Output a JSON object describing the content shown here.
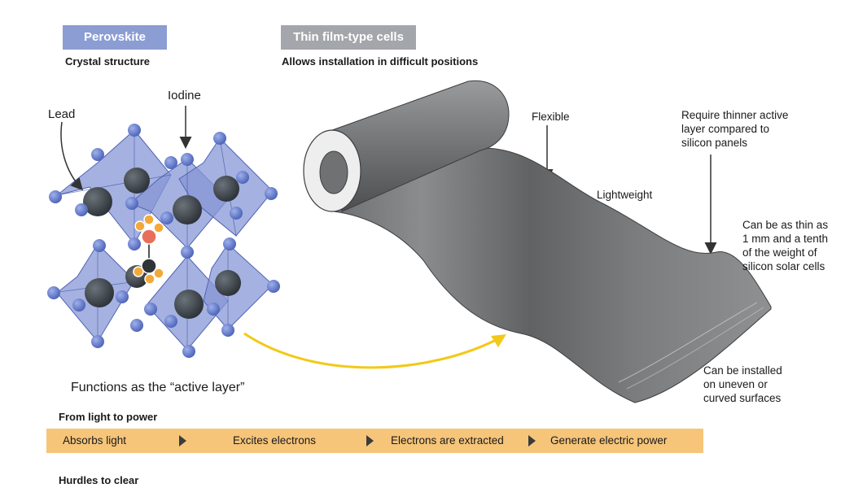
{
  "perovskite": {
    "tag": "Perovskite",
    "subtitle": "Crystal structure",
    "label_lead": "Lead",
    "label_iodine": "Iodine",
    "caption": "Functions as the “active layer”"
  },
  "thin_film": {
    "tag": "Thin film-type cells",
    "subtitle": "Allows installation in difficult positions",
    "flexible": "Flexible",
    "lightweight": "Lightweight",
    "thinner_layer": [
      "Require thinner active",
      "layer compared to",
      "silicon panels"
    ],
    "thin_as": [
      "Can be as thin as",
      "1 mm and a tenth",
      "of the weight of",
      "silicon solar cells"
    ],
    "uneven": [
      "Can be installed",
      "on uneven or",
      "curved surfaces"
    ]
  },
  "process": {
    "title": "From light to power",
    "steps": [
      "Absorbs light",
      "Excites electrons",
      "Electrons are extracted",
      "Generate electric power"
    ]
  },
  "hurdles": {
    "title": "Hurdles to clear"
  },
  "colors": {
    "perovskite_tag": "#8b9dd2",
    "thin_tag": "#a3a6aa",
    "flow_bar": "#f6c57a",
    "octahedron": "#7e8fd0",
    "atom": "#5b74c9",
    "lead_atom": "#3b4248",
    "arrow_yellow": "#f2c919"
  }
}
